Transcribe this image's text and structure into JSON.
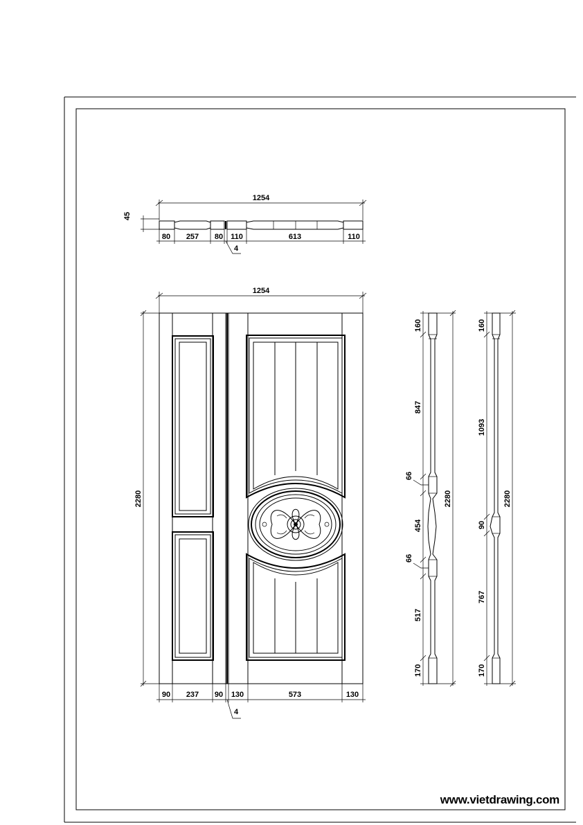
{
  "watermark": "www.vietdrawing.com",
  "top_section": {
    "overall_width": "1254",
    "thickness": "45",
    "segments": [
      "80",
      "257",
      "80",
      "110",
      "613",
      "110"
    ],
    "gap": "4"
  },
  "front_elevation": {
    "overall_width": "1254",
    "overall_height": "2280",
    "segments": [
      "90",
      "237",
      "90",
      "130",
      "573",
      "130"
    ],
    "gap": "4"
  },
  "side_section_1": {
    "overall_height": "2280",
    "segments": [
      "160",
      "847",
      "66",
      "454",
      "66",
      "517",
      "170"
    ]
  },
  "side_section_2": {
    "overall_height": "2280",
    "segments": [
      "160",
      "1093",
      "90",
      "767",
      "170"
    ]
  }
}
